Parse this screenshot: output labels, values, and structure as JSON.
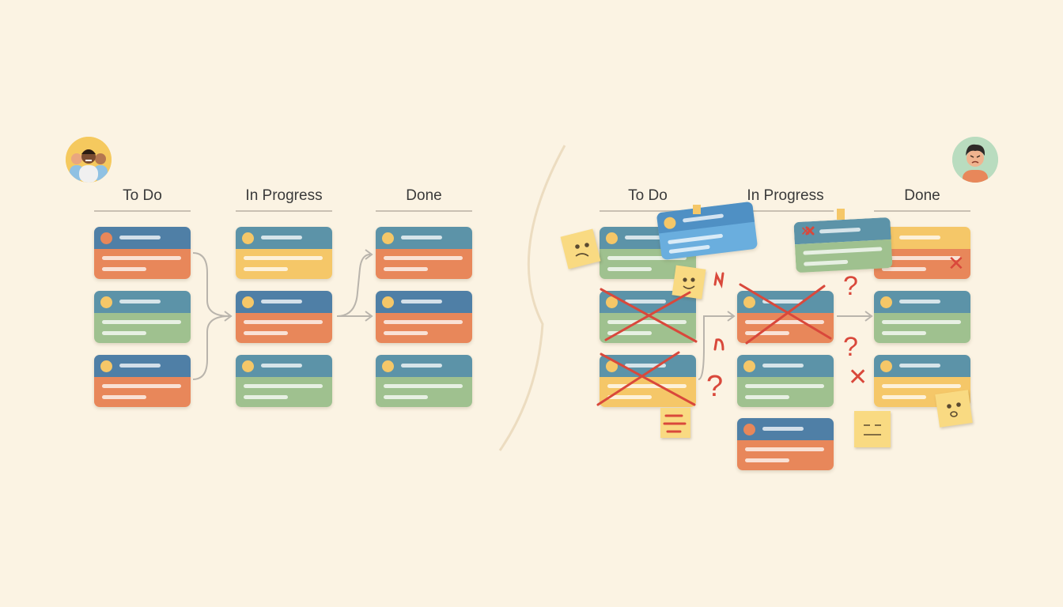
{
  "left_board": {
    "columns": [
      {
        "label": "To Do"
      },
      {
        "label": "In Progress"
      },
      {
        "label": "Done"
      }
    ]
  },
  "right_board": {
    "columns": [
      {
        "label": "To Do"
      },
      {
        "label": "In Progress"
      },
      {
        "label": "Done"
      }
    ]
  },
  "colors": {
    "background": "#fbf3e3",
    "blue": "#4f7fa6",
    "teal": "#5c93a8",
    "orange": "#e8875a",
    "yellow": "#f5c768",
    "green": "#9fc18f",
    "sticky": "#f9da82",
    "red_mark": "#d9483b",
    "arrow": "#b9b4ac"
  },
  "icons": {
    "team_avatar": "team-avatar-icon",
    "frustrated_avatar": "frustrated-person-avatar-icon",
    "sticky_note": "sticky-note-icon",
    "cross_mark": "red-cross-icon",
    "question_mark": "question-mark-icon"
  },
  "marks": {
    "question": "?",
    "x": "✕"
  }
}
